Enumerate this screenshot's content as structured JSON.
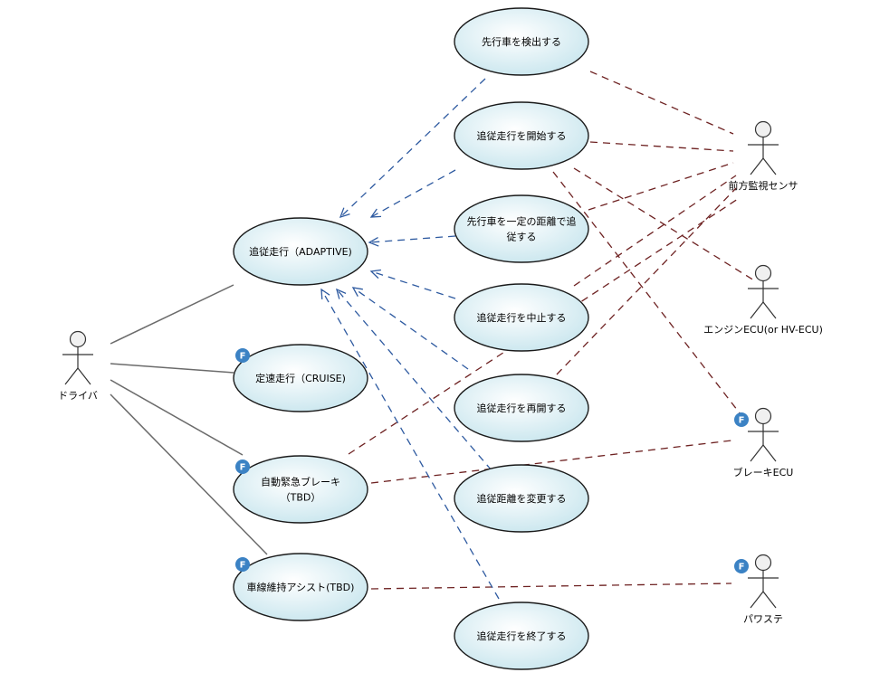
{
  "actors": [
    {
      "key": "driver",
      "label": "ドライバ",
      "badge": ""
    },
    {
      "key": "front_sensor",
      "label": "前方監視センサ",
      "badge": ""
    },
    {
      "key": "engine_ecu",
      "label": "エンジンECU(or HV-ECU)",
      "badge": ""
    },
    {
      "key": "brake_ecu",
      "label": "ブレーキECU",
      "badge": "F"
    },
    {
      "key": "power_steer",
      "label": "パワステ",
      "badge": "F"
    }
  ],
  "usecases": [
    {
      "key": "detect",
      "lines": [
        "先行車を検出する"
      ],
      "badge": ""
    },
    {
      "key": "start",
      "lines": [
        "追従走行を開始する"
      ],
      "badge": ""
    },
    {
      "key": "keep",
      "lines": [
        "先行車を一定の距離で追",
        "従する"
      ],
      "badge": ""
    },
    {
      "key": "stop",
      "lines": [
        "追従走行を中止する"
      ],
      "badge": ""
    },
    {
      "key": "resume",
      "lines": [
        "追従走行を再開する"
      ],
      "badge": ""
    },
    {
      "key": "change",
      "lines": [
        "追従距離を変更する"
      ],
      "badge": ""
    },
    {
      "key": "end",
      "lines": [
        "追従走行を終了する"
      ],
      "badge": ""
    },
    {
      "key": "adaptive",
      "lines": [
        "追従走行（ADAPTIVE)"
      ],
      "badge": ""
    },
    {
      "key": "cruise",
      "lines": [
        "定速走行（CRUISE)"
      ],
      "badge": "F"
    },
    {
      "key": "aeb",
      "lines": [
        "自動緊急ブレーキ",
        "（TBD）"
      ],
      "badge": "F"
    },
    {
      "key": "lka",
      "lines": [
        "車線維持アシスト(TBD)"
      ],
      "badge": "F"
    }
  ],
  "associations": [
    {
      "from": "driver",
      "to": "adaptive"
    },
    {
      "from": "driver",
      "to": "cruise"
    },
    {
      "from": "driver",
      "to": "aeb"
    },
    {
      "from": "driver",
      "to": "lka"
    }
  ],
  "dependencies": [
    {
      "from": "detect",
      "to": "adaptive"
    },
    {
      "from": "start",
      "to": "adaptive"
    },
    {
      "from": "keep",
      "to": "adaptive"
    },
    {
      "from": "stop",
      "to": "adaptive"
    },
    {
      "from": "resume",
      "to": "adaptive"
    },
    {
      "from": "change",
      "to": "adaptive"
    },
    {
      "from": "end",
      "to": "adaptive"
    }
  ],
  "links": [
    {
      "from": "detect",
      "to": "front_sensor"
    },
    {
      "from": "start",
      "to": "front_sensor"
    },
    {
      "from": "start",
      "to": "engine_ecu"
    },
    {
      "from": "start",
      "to": "brake_ecu"
    },
    {
      "from": "keep",
      "to": "front_sensor"
    },
    {
      "from": "stop",
      "to": "front_sensor"
    },
    {
      "from": "resume",
      "to": "front_sensor"
    },
    {
      "from": "aeb",
      "to": "front_sensor"
    },
    {
      "from": "aeb",
      "to": "brake_ecu"
    },
    {
      "from": "lka",
      "to": "power_steer"
    }
  ],
  "colors": {
    "usecase_fill_light": "#ffffff",
    "usecase_fill_dark": "#c9e6ee",
    "dependency_line": "#2e5aa0",
    "trace_line": "#6e2222",
    "association_line": "#6b6b6b",
    "badge": "#3b82c4"
  }
}
